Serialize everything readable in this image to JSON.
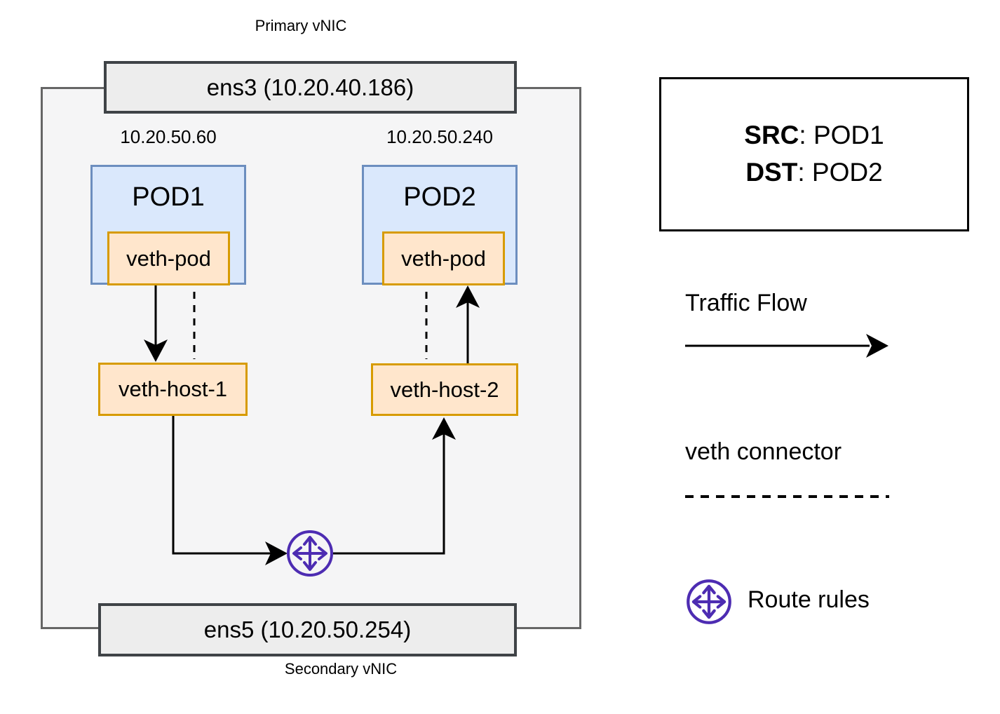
{
  "diagram": {
    "primary_vnic_label": "Primary vNIC",
    "secondary_vnic_label": "Secondary vNIC",
    "primary_nic": "ens3 (10.20.40.186)",
    "secondary_nic": "ens5 (10.20.50.254)",
    "pod1": {
      "name": "POD1",
      "ip": "10.20.50.60",
      "veth": "veth-pod"
    },
    "pod2": {
      "name": "POD2",
      "ip": "10.20.50.240",
      "veth": "veth-pod"
    },
    "veth_host_1": "veth-host-1",
    "veth_host_2": "veth-host-2"
  },
  "legend": {
    "src_label": "SRC",
    "src_value": ": POD1",
    "dst_label": "DST",
    "dst_value": ": POD2",
    "traffic_flow": "Traffic Flow",
    "veth_connector": "veth connector",
    "route_rules": "Route rules"
  },
  "colors": {
    "pod_fill": "#dae8fc",
    "pod_border": "#6c8ebf",
    "veth_fill": "#ffe6cc",
    "veth_border": "#d79b00",
    "nic_fill": "#ededed",
    "nic_border": "#3f4347",
    "host_fill": "#f5f5f6",
    "host_border": "#666666",
    "route_icon": "#4d2cb2",
    "connector": "#000000"
  },
  "icons": {
    "route_rules_icon": "circle-with-four-direction-arrows"
  }
}
